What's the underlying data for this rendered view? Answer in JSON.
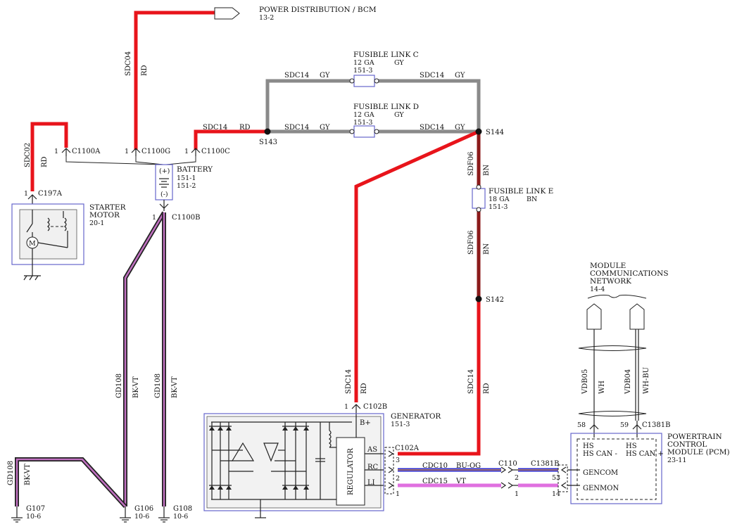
{
  "power_distribution": {
    "title": "POWER DISTRIBUTION / BCM",
    "ref": "13-2"
  },
  "fusible_link_c": {
    "title": "FUSIBLE LINK C",
    "gauge": "12 GA",
    "color": "GY",
    "ref": "151-3"
  },
  "fusible_link_d": {
    "title": "FUSIBLE LINK D",
    "gauge": "12 GA",
    "color": "GY",
    "ref": "151-3"
  },
  "fusible_link_e": {
    "title": "FUSIBLE LINK E",
    "gauge": "18 GA",
    "color": "BN",
    "ref": "151-3"
  },
  "battery": {
    "title": "BATTERY",
    "ref1": "151-1",
    "ref2": "151-2",
    "plus": "(+)",
    "minus": "(-)"
  },
  "starter": {
    "line1": "STARTER",
    "line2": "MOTOR",
    "ref": "20-1",
    "pin": "1",
    "connector": "C197A"
  },
  "generator": {
    "title": "GENERATOR",
    "ref": "151-3",
    "regulator": "REGULATOR",
    "bplus": "B+",
    "as": "AS",
    "rc": "RC",
    "li": "LI"
  },
  "network": {
    "line1": "MODULE",
    "line2": "COMMUNICATIONS",
    "line3": "NETWORK",
    "ref": "14-4"
  },
  "pcm": {
    "line1": "POWERTRAIN",
    "line2": "CONTROL",
    "line3": "MODULE (PCM)",
    "ref": "23-11",
    "can_minus": "HS CAN -",
    "can_plus": "HS CAN +",
    "gencom": "GENCOM",
    "genmon": "GENMON"
  },
  "connectors": {
    "c1100a": "C1100A",
    "c1100g": "C1100G",
    "c1100c": "C1100C",
    "c1100b": "C1100B",
    "c102b": "C102B",
    "c102a": "C102A",
    "c110": "C110",
    "c1381b_bottom": "C1381B",
    "c1381b_top": "C1381B",
    "pin1": "1",
    "pin2": "2",
    "pin3": "3",
    "pin14": "14",
    "pin53": "53",
    "pin58": "58",
    "pin59": "59"
  },
  "splices": {
    "s143": "S143",
    "s144": "S144",
    "s142": "S142"
  },
  "grounds": {
    "g107": "G107",
    "g107_ref": "10-6",
    "g106": "G106",
    "g106_ref": "10-6",
    "g108": "G108",
    "g108_ref": "10-6"
  },
  "circuits": {
    "sdc04": "SDC04",
    "sdc02": "SDC02",
    "sdc14": "SDC14",
    "sdf06": "SDF06",
    "gd108": "GD108",
    "cdc10": "CDC10",
    "cdc15": "CDC15",
    "vdb05": "VDB05",
    "vdb04": "VDB04"
  },
  "wire_colors": {
    "rd": "RD",
    "gy": "GY",
    "bn": "BN",
    "bk_vt": "BK-VT",
    "bu_og": "BU-OG",
    "vt": "VT",
    "wh": "WH",
    "wh_bu": "WH-BU"
  },
  "colors": {
    "red": "#e8141b",
    "gray": "#8a8a8a",
    "brown": "#8b1a1a",
    "violet": "#e070e0",
    "blue_orange": "#2b2bd0",
    "box": "#6666cc"
  }
}
